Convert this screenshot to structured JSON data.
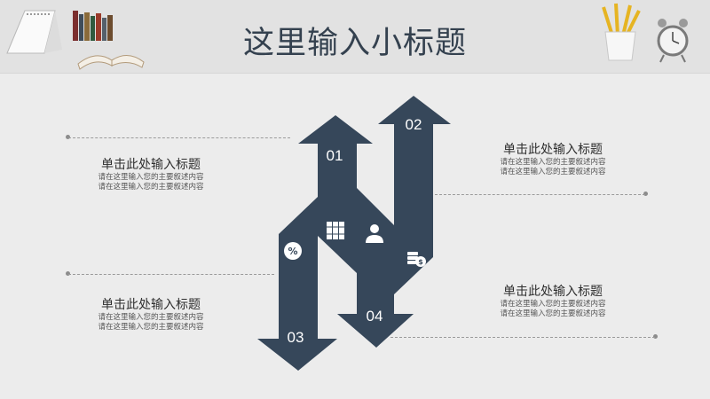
{
  "slide": {
    "title": "这里输入小标题",
    "accent_color": "#36475a",
    "items": [
      {
        "num": "01",
        "icon": "document-binders-icon",
        "heading": "单击此处输入标题",
        "lines": [
          "请在这里输入您的主要叙述内容",
          "请在这里输入您的主要叙述内容"
        ]
      },
      {
        "num": "02",
        "icon": "coins-dollar-icon",
        "heading": "单击此处输入标题",
        "lines": [
          "请在这里输入您的主要叙述内容",
          "请在这里输入您的主要叙述内容"
        ]
      },
      {
        "num": "03",
        "icon": "percent-icon",
        "heading": "单击此处输入标题",
        "lines": [
          "请在这里输入您的主要叙述内容",
          "请在这里输入您的主要叙述内容"
        ]
      },
      {
        "num": "04",
        "icon": "person-icon",
        "heading": "单击此处输入标题",
        "lines": [
          "请在这里输入您的主要叙述内容",
          "请在这里输入您的主要叙述内容"
        ]
      }
    ]
  }
}
